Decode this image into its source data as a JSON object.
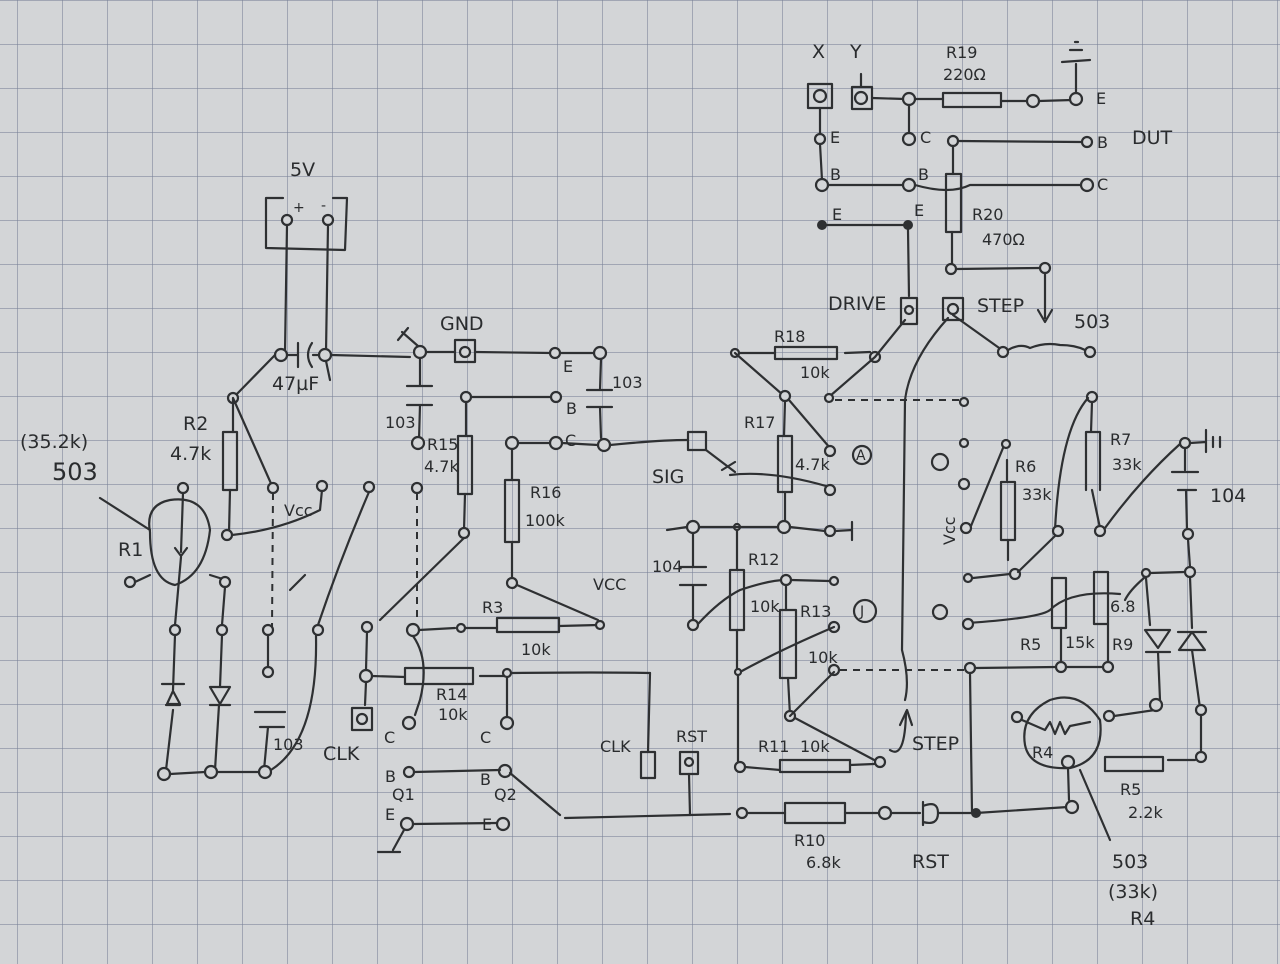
{
  "diagram": {
    "type": "hand-drawn stripboard / circuit layout on graph paper",
    "power": {
      "label": "5V",
      "plus": "+",
      "minus": "-"
    },
    "capacitors": {
      "c_main": "47µF",
      "c_gnd_left": "103",
      "c_gnd_right": "103",
      "c_left_col": "103",
      "c_mid": "104",
      "c_right": "104"
    },
    "resistors": {
      "R1": {
        "name": "R1",
        "value": "503",
        "note": "(35.2k)"
      },
      "R2": {
        "name": "R2",
        "value": "4.7k"
      },
      "R3": {
        "name": "R3",
        "value": "10k"
      },
      "R4": {
        "name": "R4",
        "value": "503",
        "note": "(33k)"
      },
      "R5": {
        "name": "R5",
        "value": "2.2k"
      },
      "R6": {
        "name": "R6",
        "value": "33k"
      },
      "R7": {
        "name": "R7",
        "value": "33k"
      },
      "R8": {
        "name": "R5",
        "value": "15k"
      },
      "R9": {
        "name": "R9",
        "value": "6.8"
      },
      "R10": {
        "name": "R10",
        "value": "6.8k"
      },
      "R11": {
        "name": "R11",
        "value": "10k"
      },
      "R12": {
        "name": "R12",
        "value": "10k"
      },
      "R13": {
        "name": "R13",
        "value": "10k"
      },
      "R14": {
        "name": "R14",
        "value": "10k"
      },
      "R15": {
        "name": "R15",
        "value": "4.7k"
      },
      "R16": {
        "name": "R16",
        "value": "100k"
      },
      "R17": {
        "name": "R17",
        "value": "4.7k"
      },
      "R18": {
        "name": "R18",
        "value": "10k"
      },
      "R19": {
        "name": "R19",
        "value": "220Ω"
      },
      "R20": {
        "name": "R20",
        "value": "470Ω"
      }
    },
    "terminals": {
      "x": "X",
      "y": "Y",
      "gnd": "GND",
      "sig": "SIG",
      "drive": "DRIVE",
      "step_top": "STEP",
      "step_bottom": "STEP",
      "clk_left": "CLK",
      "clk_mid": "CLK",
      "rst": "RST",
      "rst_btn": "RST",
      "dut": "DUT",
      "vcc_left": "Vcc",
      "vcc_mid": "VCC",
      "vcc_right": "Vcc"
    },
    "pins": {
      "E": "E",
      "B": "B",
      "C": "C"
    },
    "transistors": {
      "q1": "Q1",
      "q2": "Q2"
    },
    "ic_marks": {
      "a": "A",
      "j": "J"
    },
    "pot_top": "503"
  }
}
